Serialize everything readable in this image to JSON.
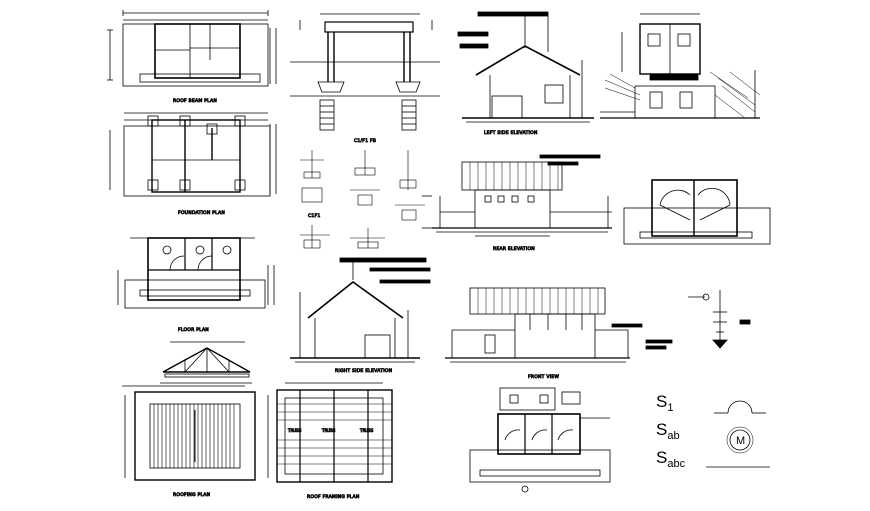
{
  "drawing": {
    "titles": {
      "roof_beam_plan": "ROOF BEAM PLAN",
      "foundation_plan": "FOUNDATION PLAN",
      "floor_plan": "FLOOR PLAN",
      "roofing_plan": "ROOFING PLAN",
      "roof_framing_plan": "ROOF FRAMING PLAN",
      "left_side_elevation": "LEFT SIDE ELEVATION",
      "rear_elevation": "REAR ELEVATION",
      "front_view": "FRONT VIEW",
      "right_side_elevation": "RIGHT SIDE ELEVATION",
      "c1_f1": "C1/F1 FB",
      "c1f1": "C1F1"
    },
    "framing_labels": [
      "TRUSS",
      "TRUSS",
      "TRUSS"
    ],
    "legend": {
      "s1": {
        "base": "S",
        "sub": "1"
      },
      "sab": {
        "base": "S",
        "sub": "ab"
      },
      "sabc": {
        "base": "S",
        "sub": "abc"
      },
      "motor_symbol": "M"
    }
  }
}
